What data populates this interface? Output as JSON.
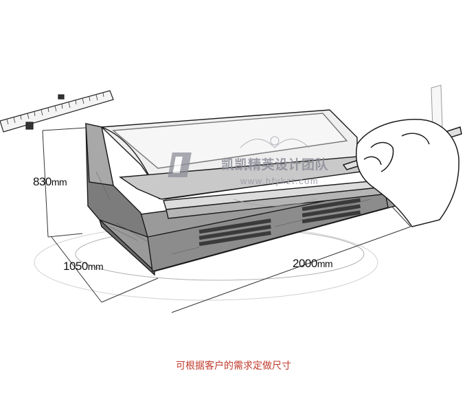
{
  "dimensions": {
    "height": "830",
    "depth": "1050",
    "width": "2000",
    "unit": "mm"
  },
  "watermark": {
    "name": "凯凯精英设计团队",
    "url": "www.hfykzt.com"
  },
  "caption": "可根据客户的需求定做尺寸",
  "colors": {
    "caption": "#c0392b",
    "sketch_line": "#1a1a1a",
    "watermark": "#8e8e9a"
  },
  "icons": [
    "hand-holding-pencil-icon",
    "ruler-icon",
    "watermark-logo-icon",
    "watermark-ornament-icon"
  ]
}
